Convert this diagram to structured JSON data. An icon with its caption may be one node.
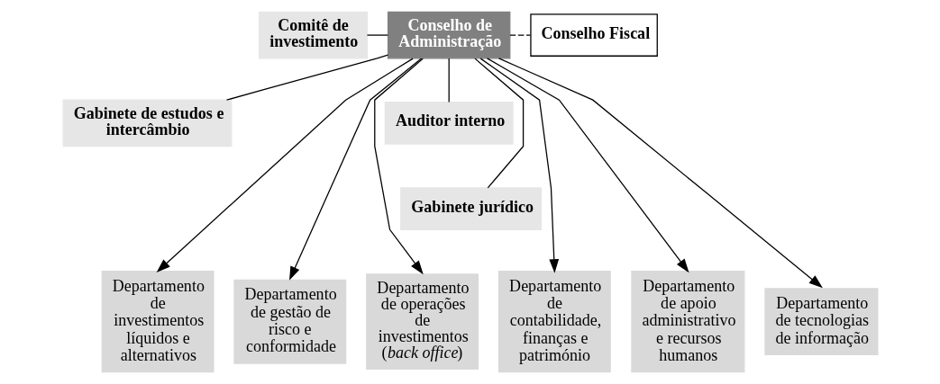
{
  "diagram": {
    "nodes": [
      {
        "text": [
          "Comitê de investimento"
        ]
      },
      {
        "text": [
          "Conselho de Administração"
        ]
      },
      {
        "text": [
          "Conselho Fiscal"
        ]
      },
      {
        "text": [
          "Gabinete de estudos e intercâmbio"
        ]
      },
      {
        "text": [
          "Auditor interno"
        ]
      },
      {
        "text": [
          "Gabinete jurídico"
        ]
      },
      {
        "text": [
          "Departamento de investimentos líquidos e alternativos"
        ]
      },
      {
        "text": [
          "Departamento de gestão de risco e conformidade"
        ]
      },
      {
        "text": [
          "Departamento de operações de investimentos (*back office*)"
        ]
      },
      {
        "text": [
          "Departamento de contabilidade, finanças e património"
        ]
      },
      {
        "text": [
          "Departamento de apoio administrativo e recursos humanos"
        ]
      },
      {
        "text": [
          "Departamento de tecnologias de informação"
        ]
      }
    ],
    "edges": [
      {
        "from": 0,
        "to": 1,
        "arrow": "none"
      },
      {
        "from": 1,
        "to": 2,
        "arrow": "none",
        "style": "dashed"
      },
      {
        "from": 1,
        "to": 3,
        "arrow": "none"
      },
      {
        "from": 1,
        "to": 4,
        "arrow": "none"
      },
      {
        "from": 1,
        "to": 5,
        "arrow": "none"
      },
      {
        "from": 1,
        "to": 6,
        "arrow": "to"
      },
      {
        "from": 1,
        "to": 7,
        "arrow": "to"
      },
      {
        "from": 1,
        "to": 8,
        "arrow": "to"
      },
      {
        "from": 1,
        "to": 9,
        "arrow": "to"
      },
      {
        "from": 1,
        "to": 10,
        "arrow": "to"
      },
      {
        "from": 1,
        "to": 11,
        "arrow": "to"
      }
    ]
  }
}
